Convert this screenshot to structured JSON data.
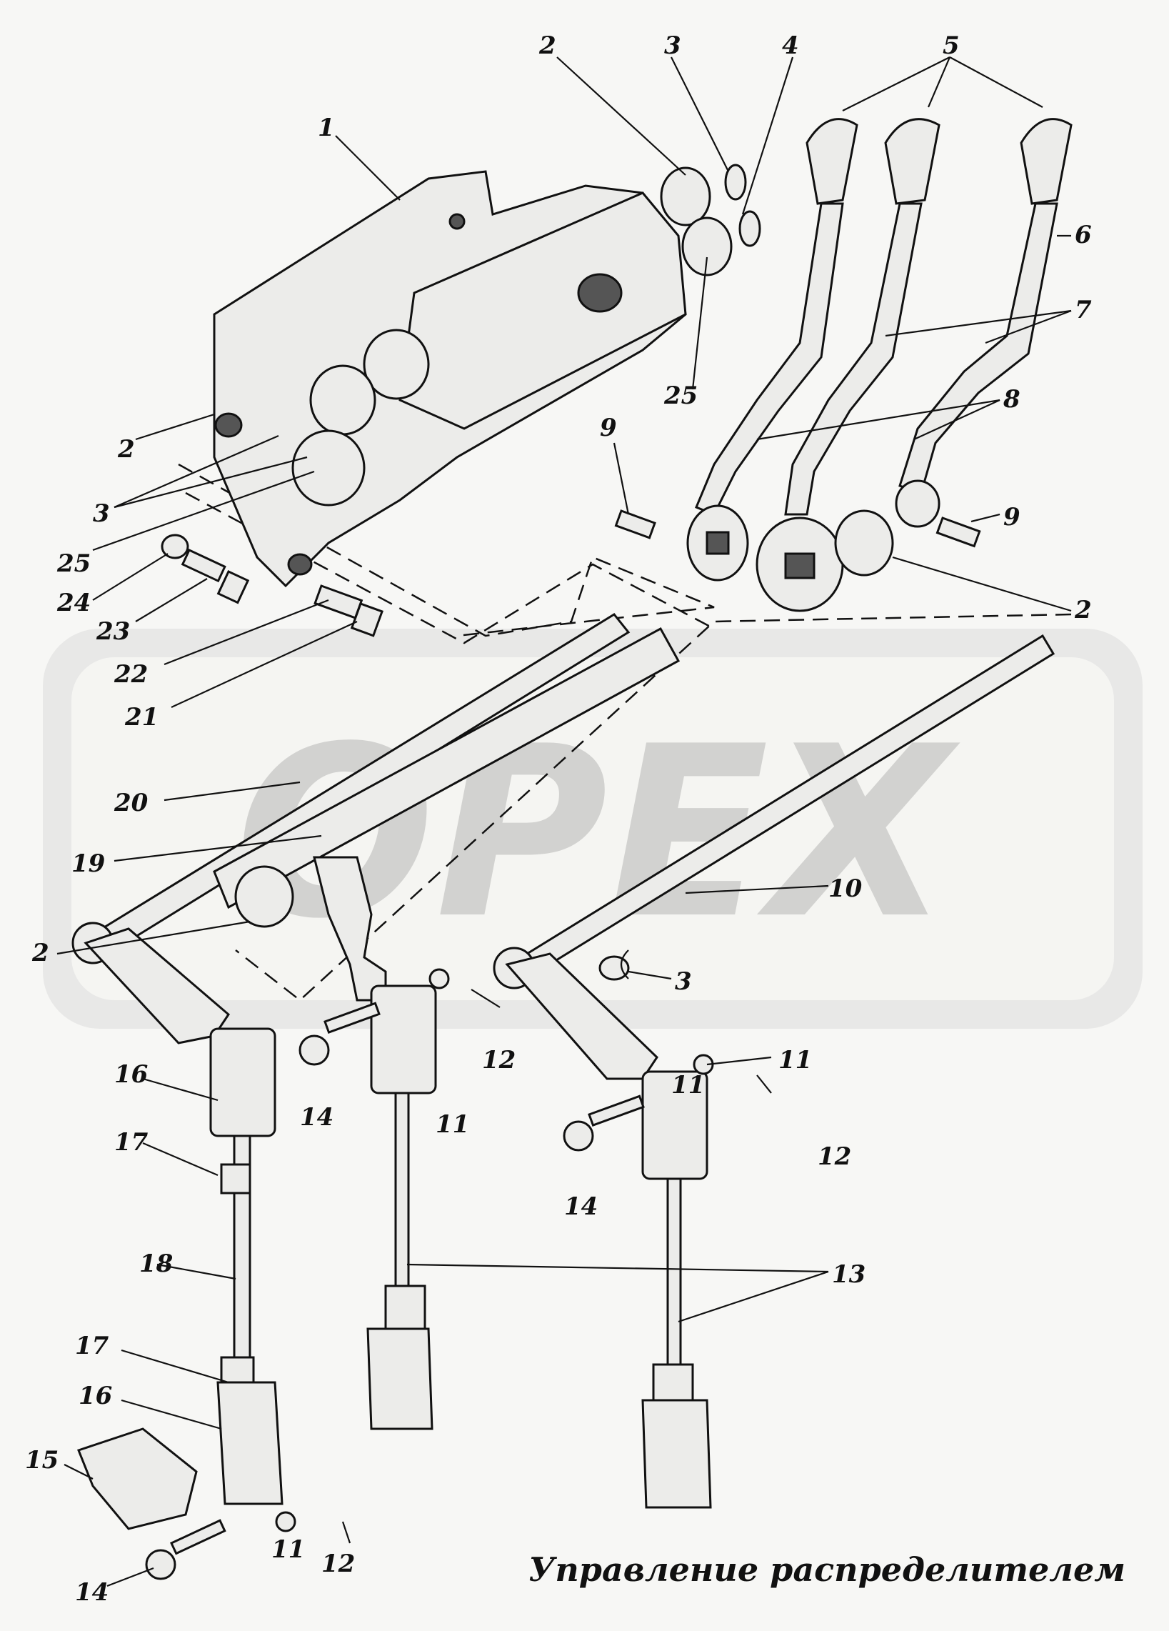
{
  "caption": "Управление распределителем",
  "watermark": "OPEX",
  "callouts": [
    {
      "id": "c1",
      "label": "1"
    },
    {
      "id": "c2a",
      "label": "2"
    },
    {
      "id": "c3a",
      "label": "3"
    },
    {
      "id": "c4",
      "label": "4"
    },
    {
      "id": "c5",
      "label": "5"
    },
    {
      "id": "c6",
      "label": "6"
    },
    {
      "id": "c7",
      "label": "7"
    },
    {
      "id": "c8",
      "label": "8"
    },
    {
      "id": "c9a",
      "label": "9"
    },
    {
      "id": "c9b",
      "label": "9"
    },
    {
      "id": "c25a",
      "label": "25"
    },
    {
      "id": "c2b",
      "label": "2"
    },
    {
      "id": "c3b",
      "label": "3"
    },
    {
      "id": "c25b",
      "label": "25"
    },
    {
      "id": "c24",
      "label": "24"
    },
    {
      "id": "c23",
      "label": "23"
    },
    {
      "id": "c22",
      "label": "22"
    },
    {
      "id": "c21",
      "label": "21"
    },
    {
      "id": "c2c",
      "label": "2"
    },
    {
      "id": "c20",
      "label": "20"
    },
    {
      "id": "c19",
      "label": "19"
    },
    {
      "id": "c10",
      "label": "10"
    },
    {
      "id": "c2d",
      "label": "2"
    },
    {
      "id": "c3c",
      "label": "3"
    },
    {
      "id": "c11a",
      "label": "11"
    },
    {
      "id": "c12a",
      "label": "12"
    },
    {
      "id": "c16a",
      "label": "16"
    },
    {
      "id": "c14a",
      "label": "14"
    },
    {
      "id": "c11b",
      "label": "11"
    },
    {
      "id": "c17a",
      "label": "17"
    },
    {
      "id": "c11c",
      "label": "11"
    },
    {
      "id": "c12b",
      "label": "12"
    },
    {
      "id": "c14b",
      "label": "14"
    },
    {
      "id": "c18",
      "label": "18"
    },
    {
      "id": "c13",
      "label": "13"
    },
    {
      "id": "c17b",
      "label": "17"
    },
    {
      "id": "c16b",
      "label": "16"
    },
    {
      "id": "c15",
      "label": "15"
    },
    {
      "id": "c11d",
      "label": "11"
    },
    {
      "id": "c12c",
      "label": "12"
    },
    {
      "id": "c14c",
      "label": "14"
    }
  ]
}
